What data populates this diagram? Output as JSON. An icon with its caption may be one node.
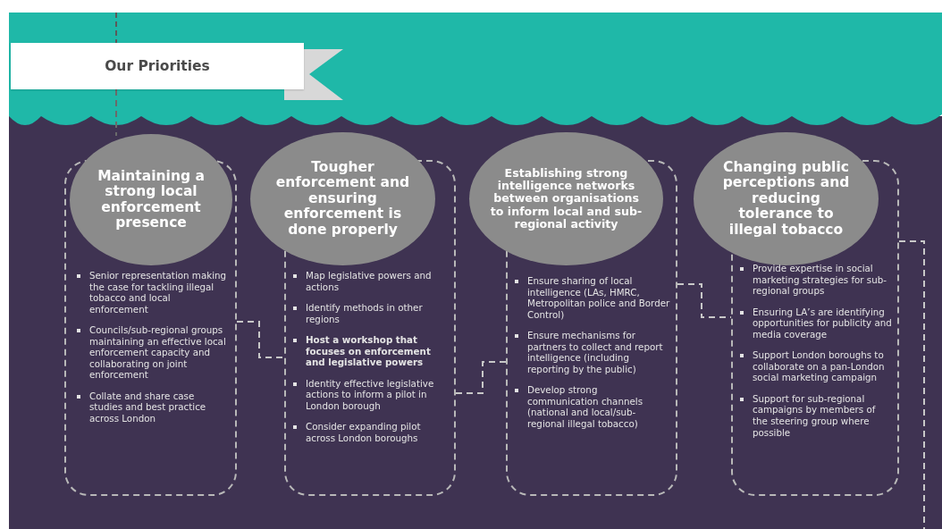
{
  "diagram": {
    "nodes": [
      {
        "text": [
          "Our Priorities"
        ]
      },
      {
        "text": [
          "Maintaining a strong local enforcement presence",
          "Senior representation making the case for tackling illegal tobacco and local enforcement",
          "Councils/sub-regional groups maintaining an effective local enforcement capacity and collaborating on joint enforcement",
          "Collate and share case studies and best practice across London"
        ]
      },
      {
        "text": [
          "Tougher enforcement and ensuring enforcement is done properly",
          "Map legislative powers and actions",
          "Identify methods in other regions",
          "Host a workshop that focuses on enforcement and legislative powers",
          "Identity effective legislative actions to inform a pilot in London borough",
          "Consider  expanding pilot across London boroughs"
        ]
      },
      {
        "text": [
          "Establishing strong intelligence networks between organisations to inform local and sub-regional activity",
          "Ensure sharing of local intelligence (LAs, HMRC, Metropolitan police and Border Control)",
          "Ensure mechanisms for partners to collect and report intelligence (including reporting by the public)",
          "Develop strong communication channels (national and local/sub-regional illegal tobacco)"
        ]
      },
      {
        "text": [
          "Changing public perceptions and reducing tolerance to illegal tobacco",
          "Provide expertise in social marketing strategies for sub-regional groups",
          "Ensuring LA’s are identifying opportunities for publicity and media coverage",
          "Support London boroughs to collaborate on a pan-London social marketing campaign",
          "Support for sub-regional campaigns by members of the steering group where possible"
        ]
      }
    ],
    "edges": [
      {
        "from": 0,
        "to": 1,
        "arrow": "none",
        "style": "dashed",
        "color": "#6a6a6a"
      },
      {
        "from": 1,
        "to": 2,
        "arrow": "none",
        "style": "dashed"
      },
      {
        "from": 2,
        "to": 3,
        "arrow": "none",
        "style": "dashed"
      },
      {
        "from": 3,
        "to": 4,
        "arrow": "none",
        "style": "dashed"
      },
      {
        "from": 4,
        "to": null,
        "arrow": "none",
        "style": "dashed"
      }
    ]
  }
}
